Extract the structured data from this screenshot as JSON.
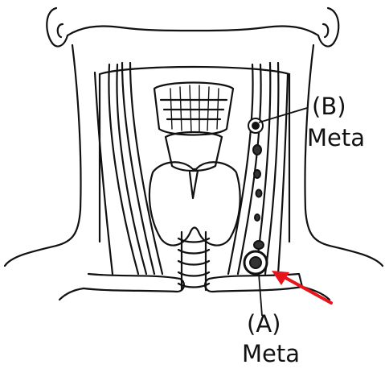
{
  "labels": {
    "b_letter": "(B)",
    "b_text": "Meta",
    "a_letter": "(A)",
    "a_text": "Meta"
  },
  "colors": {
    "line": "#111111",
    "arrow": "#e8141c",
    "background": "#ffffff"
  },
  "icons": [
    "neck-outline",
    "larynx",
    "thyroid-gland",
    "trachea",
    "lymph-node",
    "red-arrow"
  ]
}
